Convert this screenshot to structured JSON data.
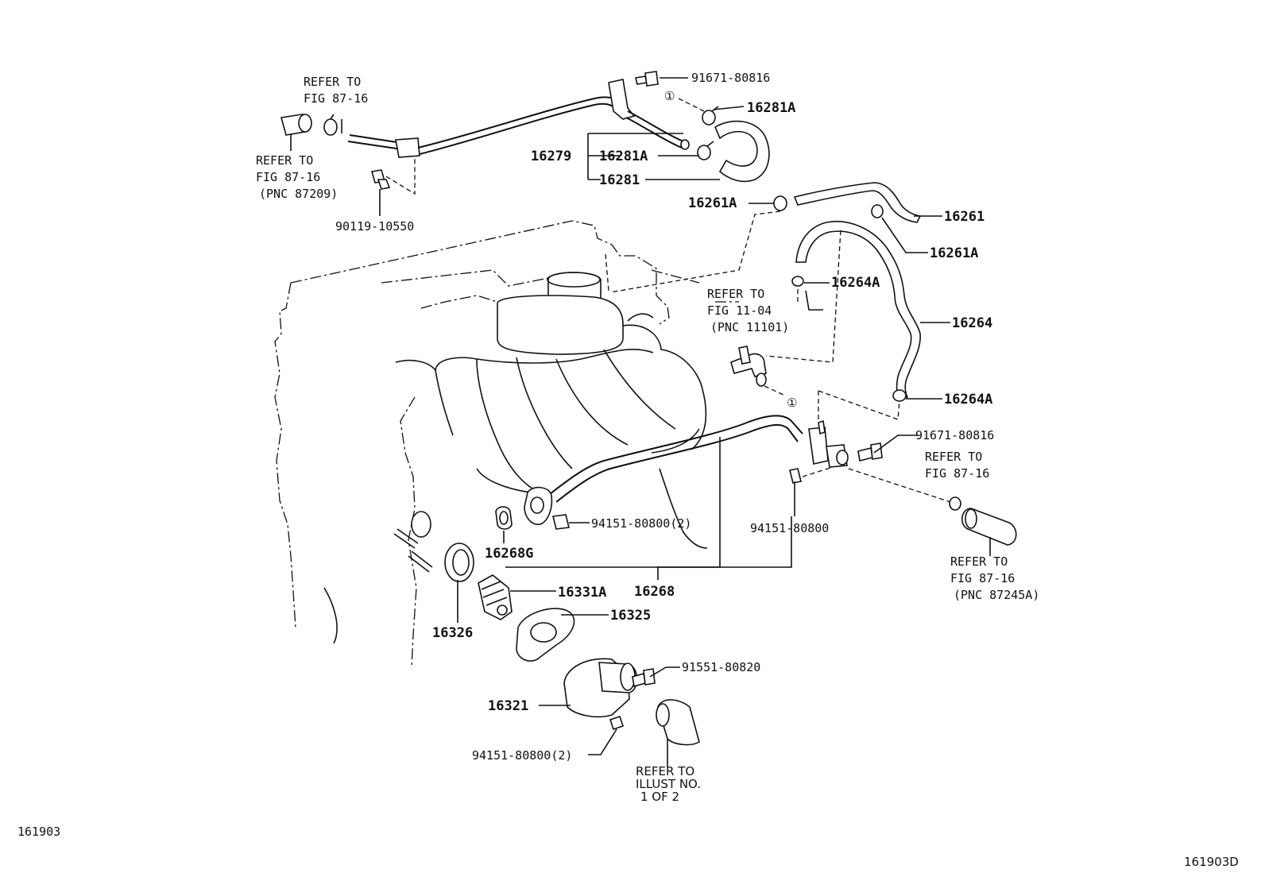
{
  "diagram": {
    "corner_left": "161903",
    "corner_right": "161903D",
    "references": {
      "top_left_1": [
        "REFER TO",
        "FIG 87-16"
      ],
      "top_left_2": [
        "REFER TO",
        "FIG 87-16",
        "(PNC 87209)"
      ],
      "mid": [
        "REFER TO",
        "FIG 11-04",
        "(PNC 11101)"
      ],
      "right_1": [
        "REFER TO",
        "FIG 87-16"
      ],
      "right_2": [
        "REFER TO",
        "FIG 87-16",
        "(PNC 87245A)"
      ],
      "bottom": [
        "REFER TO",
        "ILLUST NO.",
        "1 OF 2"
      ]
    },
    "marker": "①",
    "parts": {
      "p91671_top": "91671-80816",
      "p16281A_top": "16281A",
      "p16279": "16279",
      "p16281A_mid": "16281A",
      "p16281": "16281",
      "p90119": "90119-10550",
      "p16261A_left": "16261A",
      "p16261": "16261",
      "p16261A_right": "16261A",
      "p16264A_top": "16264A",
      "p16264": "16264",
      "p16264A_bot": "16264A",
      "p91671_mid": "91671-80816",
      "p94151_right": "94151-80800",
      "p94151_mid": "94151-80800(2)",
      "p16268G": "16268G",
      "p16268": "16268",
      "p16331A": "16331A",
      "p16325": "16325",
      "p16326": "16326",
      "p91551": "91551-80820",
      "p16321": "16321",
      "p94151_bot": "94151-80800(2)"
    }
  }
}
